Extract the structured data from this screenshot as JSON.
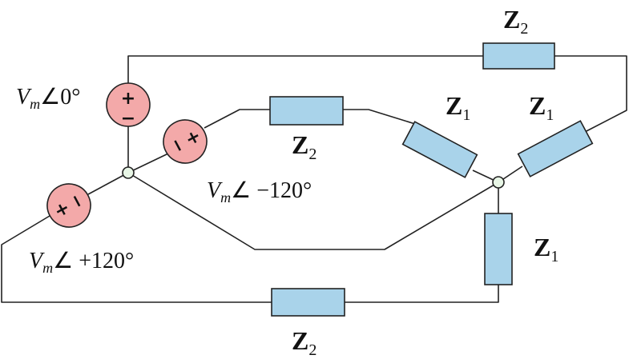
{
  "diagram": {
    "impedances": {
      "z2_top": {
        "name": "Z",
        "sub": "2"
      },
      "z2_mid": {
        "name": "Z",
        "sub": "2"
      },
      "z2_bottom": {
        "name": "Z",
        "sub": "2"
      },
      "z1_diag_left": {
        "name": "Z",
        "sub": "1"
      },
      "z1_diag_right": {
        "name": "Z",
        "sub": "1"
      },
      "z1_vertical": {
        "name": "Z",
        "sub": "1"
      }
    },
    "sources": [
      {
        "id": "source-a",
        "var": "V",
        "sub": "m",
        "angle": "∠0°",
        "plus": "+",
        "minus": "−"
      },
      {
        "id": "source-b",
        "var": "V",
        "sub": "m",
        "angle": "∠ −120°",
        "plus": "+",
        "minus": "−"
      },
      {
        "id": "source-c",
        "var": "V",
        "sub": "m",
        "angle": "∠ +120°",
        "plus": "+",
        "minus": "−"
      }
    ],
    "colors": {
      "impedance_fill": "#a9d3ea",
      "source_fill": "#f3a9a9",
      "node_fill": "#e8f6e6",
      "wire": "#222222"
    }
  }
}
